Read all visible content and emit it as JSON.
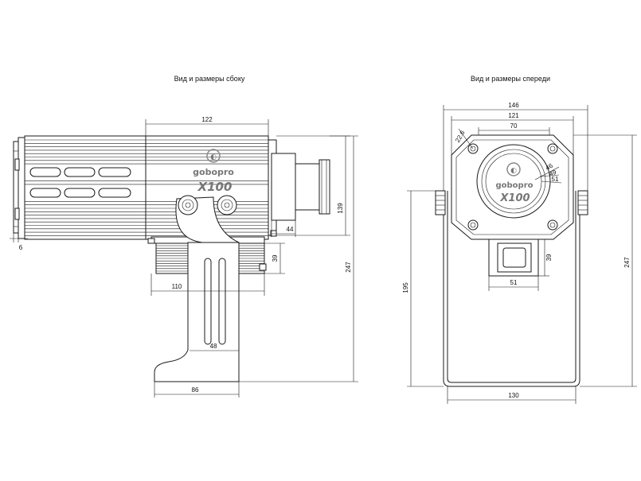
{
  "titles": {
    "side": "Вид и размеры сбоку",
    "front": "Вид и размеры спереди"
  },
  "logo": {
    "brand": "gobopro",
    "model": "X100"
  },
  "side_dimensions": {
    "body_length": "122",
    "height_top": "139",
    "total_height": "247",
    "lens_offset": "44",
    "base_height": "39",
    "base_length": "110",
    "bracket_inner": "48",
    "foot_length": "86",
    "rear_offset": "6"
  },
  "front_dimensions": {
    "total_width": "146",
    "inner_width": "121",
    "top_width": "70",
    "mount_hole": "22.6",
    "lens_d1": "46",
    "lens_d2": "49",
    "lens_d3": "51",
    "mount_height": "195",
    "total_height": "247",
    "plate_height": "39",
    "plate_width": "51",
    "bracket_width": "130"
  }
}
